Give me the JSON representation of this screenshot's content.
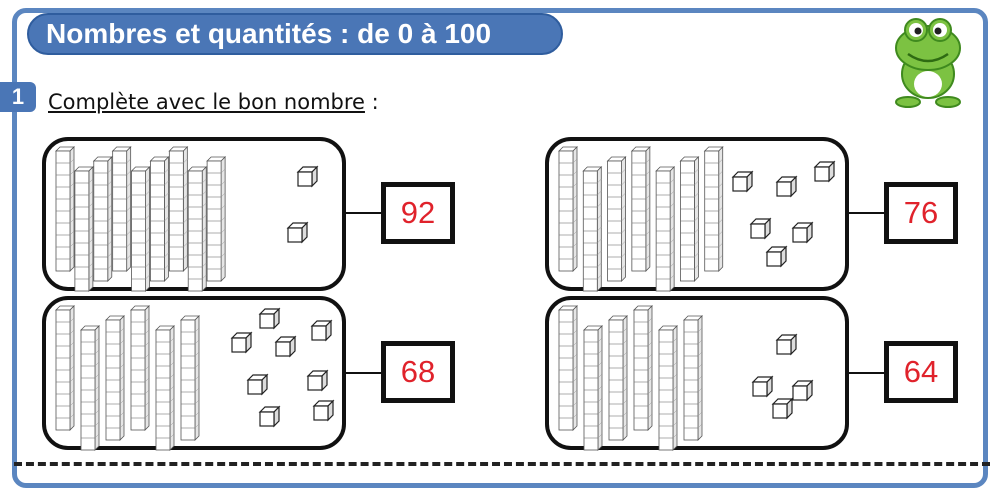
{
  "header": {
    "title": "Nombres et quantités : de 0 à 100",
    "colors": {
      "accent": "#4a76b6",
      "frame": "#5b86c0",
      "answer": "#e0222b"
    }
  },
  "exercise": {
    "number": "1",
    "instruction_underlined": "Complète avec le bon nombre",
    "instruction_colon": " :"
  },
  "mascot": {
    "icon": "frog-mascot-icon"
  },
  "panels": [
    {
      "tens": 9,
      "ones": 2,
      "answer": "92"
    },
    {
      "tens": 7,
      "ones": 6,
      "answer": "76"
    },
    {
      "tens": 6,
      "ones": 8,
      "answer": "68"
    },
    {
      "tens": 6,
      "ones": 4,
      "answer": "64"
    }
  ]
}
